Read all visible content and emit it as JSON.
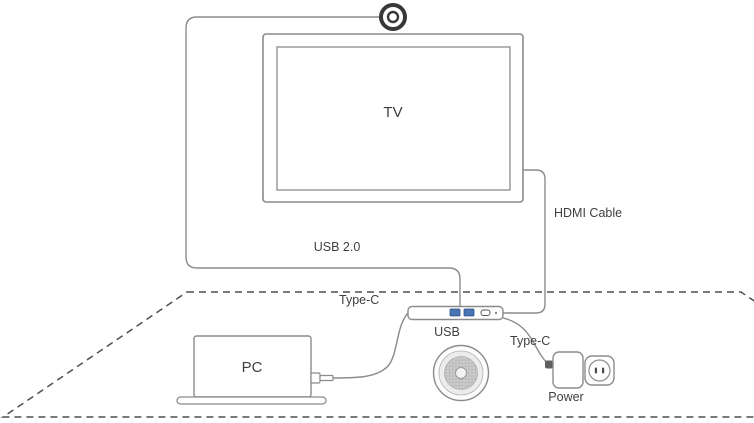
{
  "diagram": {
    "labels": {
      "tv": "TV",
      "usb_cable": "USB 2.0",
      "hdmi_cable": "HDMI Cable",
      "typec_left": "Type-C",
      "usb_ports": "USB",
      "typec_right": "Type-C",
      "pc": "PC",
      "power": "Power"
    },
    "colors": {
      "line": "#8b8b8b",
      "dashed_outline": "#4f4f4f",
      "text": "#3f3f3f",
      "usb_port_fill": "#4a74b4",
      "usb_port_stroke": "#2f5288",
      "camera_ring": "#383838",
      "speaker_mesh": "#c9c9c9",
      "plug_connector": "#5f5f5f"
    }
  }
}
